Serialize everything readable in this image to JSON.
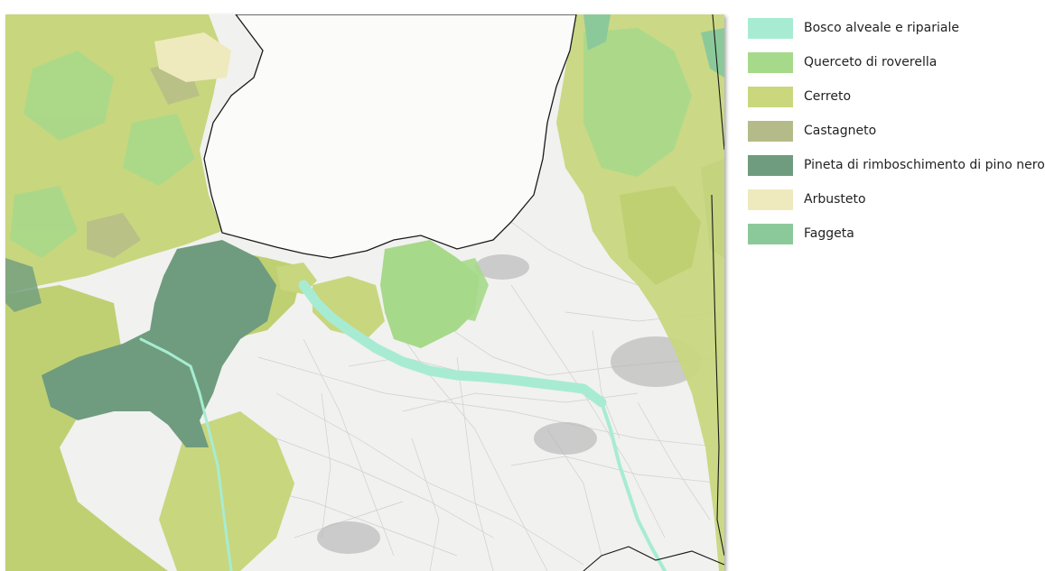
{
  "legend": {
    "items": [
      {
        "label": "Bosco alveale e ripariale",
        "color": "#a7ecd2",
        "icon": "swatch"
      },
      {
        "label": "Querceto di roverella",
        "color": "#a6d98a",
        "icon": "swatch"
      },
      {
        "label": "Cerreto",
        "color": "#cad77d",
        "icon": "swatch"
      },
      {
        "label": "Castagneto",
        "color": "#b5bb88",
        "icon": "swatch"
      },
      {
        "label": "Pineta di rimboschimento di pino nero",
        "color": "#6f9c7e",
        "icon": "swatch"
      },
      {
        "label": "Arbusteto",
        "color": "#efeabd",
        "icon": "swatch"
      },
      {
        "label": "Faggeta",
        "color": "#8cc99a",
        "icon": "swatch"
      }
    ]
  },
  "map": {
    "colors": {
      "background": "#f2f2f0",
      "roads": "#c8c8c8",
      "urban": "#a9a9a9",
      "boundary": "#1a1a1a",
      "river": "#a7ecd2"
    }
  }
}
